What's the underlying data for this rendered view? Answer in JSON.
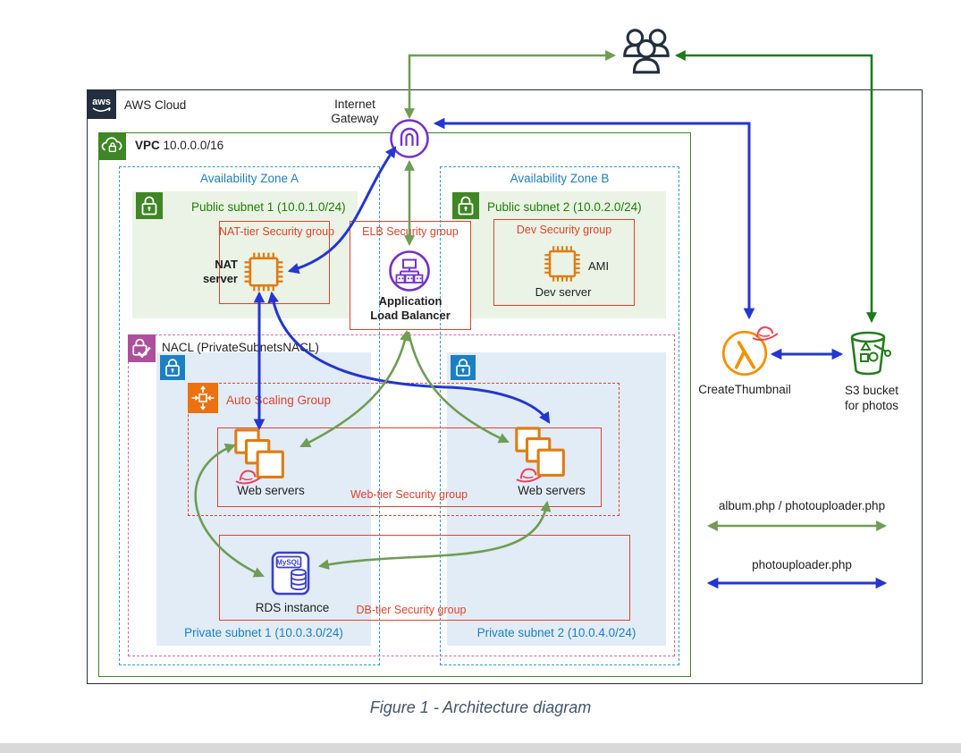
{
  "caption": "Figure 1 - Architecture diagram",
  "aws_cloud": {
    "logo_text": "aws",
    "label": "AWS Cloud"
  },
  "vpc": {
    "name": "VPC",
    "cidr": "10.0.0.0/16"
  },
  "internet_gateway": {
    "line1": "Internet",
    "line2": "Gateway"
  },
  "zones": {
    "a": "Availability Zone A",
    "b": "Availability Zone B"
  },
  "subnets": {
    "public1": "Public subnet 1 (10.0.1.0/24)",
    "public2": "Public subnet 2 (10.0.2.0/24)",
    "private1": "Private subnet 1 (10.0.3.0/24)",
    "private2": "Private subnet 2 (10.0.4.0/24)"
  },
  "security_groups": {
    "nat": "NAT-tier Security group",
    "elb": "ELB Security group",
    "dev": "Dev Security group",
    "web": "Web-tier Security group",
    "db": "DB-tier Security group"
  },
  "nacl": {
    "label": "NACL (PrivateSubnetsNACL)"
  },
  "asg": {
    "label": "Auto Scaling Group"
  },
  "nodes": {
    "nat_server": {
      "line1": "NAT",
      "line2": "server"
    },
    "alb": {
      "line1": "Application",
      "line2": "Load Balancer"
    },
    "dev_server": {
      "ami": "AMI",
      "label": "Dev server"
    },
    "web_servers_a": "Web servers",
    "web_servers_b": "Web servers",
    "rds": {
      "engine": "MySQL",
      "label": "RDS instance"
    },
    "lambda": "CreateThumbnail",
    "s3": {
      "line1": "S3 bucket",
      "line2": "for photos"
    }
  },
  "legend": {
    "green_label": "album.php / photouploader.php",
    "blue_label": "photouploader.php"
  },
  "icons": {
    "users": "users-icon",
    "internet_gateway": "internet-gateway-icon",
    "aws_logo": "aws-logo-icon",
    "vpc": "vpc-cloud-lock-icon",
    "public_lock": "green-lock-icon",
    "private_lock": "blue-lock-icon",
    "nacl": "nacl-lock-check-icon",
    "asg": "auto-scaling-icon",
    "ec2_instance": "ec2-chip-icon",
    "alb": "load-balancer-icon",
    "red_hat": "red-hat-icon",
    "lambda": "lambda-icon",
    "s3": "s3-bucket-icon",
    "rds": "rds-mysql-icon"
  },
  "colors": {
    "arrow_blue": "#2336d1",
    "arrow_green_web": "#6f9d54",
    "arrow_green_s3": "#1f7a1f",
    "aws_border": "#232f3e",
    "vpc_border": "#3f8624",
    "az_border": "#2e9bd6",
    "security_group_red": "#e0432d",
    "nacl_pink": "#cf6da6",
    "public_subnet_fill": "#eaf3e5",
    "private_subnet_fill": "#e2ecf7",
    "subnet_green_text": "#1d8102",
    "subnet_blue_text": "#1b7fc4",
    "ec2_orange": "#e07c12",
    "asg_orange": "#ec7211",
    "gateway_purple": "#7433c9",
    "lambda_orange": "#f49100",
    "rds_indigo": "#3a3fd1",
    "redhat_red": "#ee4056",
    "s3_green": "#267d1d",
    "caption_color": "#44546a"
  }
}
